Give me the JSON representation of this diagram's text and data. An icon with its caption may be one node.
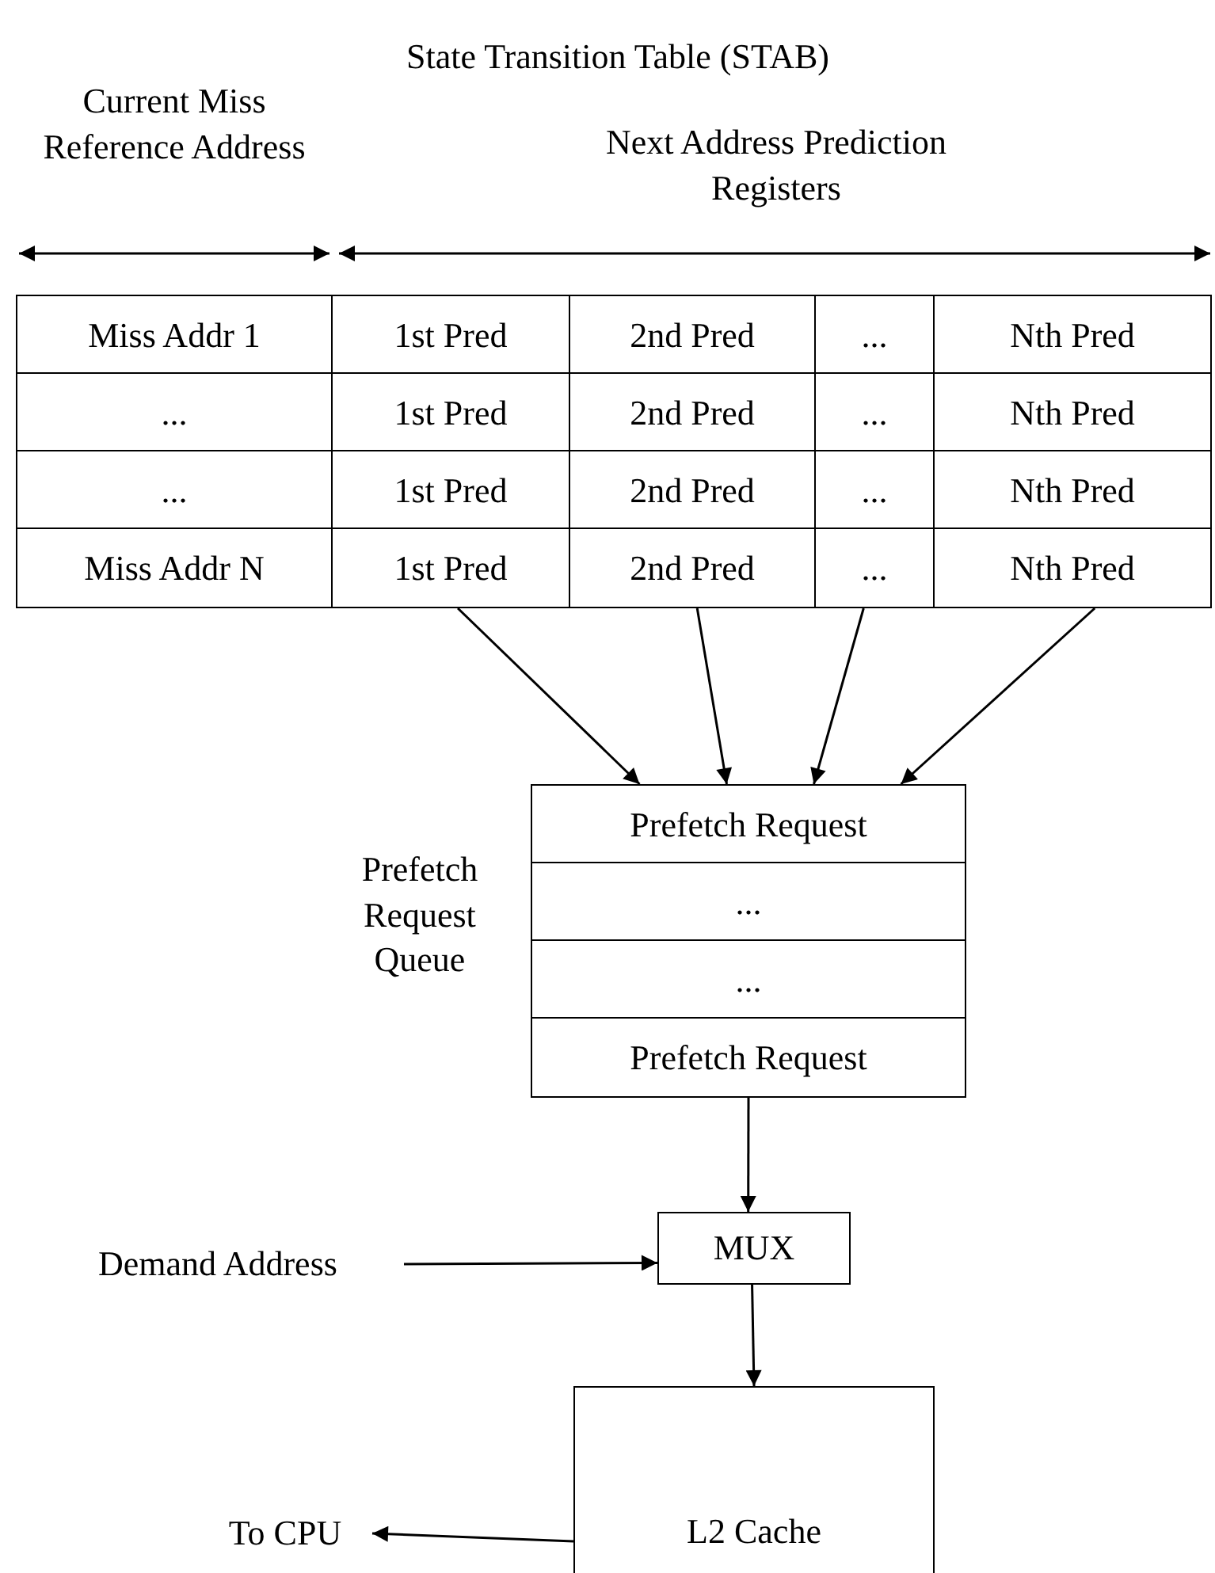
{
  "diagram": {
    "title": "State Transition Table (STAB)",
    "nodes": [
      {
        "text": [
          "Miss Addr 1"
        ]
      },
      {
        "text": [
          "1st Pred"
        ]
      },
      {
        "text": [
          "2nd Pred"
        ]
      },
      {
        "text": [
          "..."
        ]
      },
      {
        "text": [
          "Nth Pred"
        ]
      },
      {
        "text": [
          "..."
        ]
      },
      {
        "text": [
          "1st Pred"
        ]
      },
      {
        "text": [
          "2nd Pred"
        ]
      },
      {
        "text": [
          "..."
        ]
      },
      {
        "text": [
          "Nth Pred"
        ]
      },
      {
        "text": [
          "..."
        ]
      },
      {
        "text": [
          "1st Pred"
        ]
      },
      {
        "text": [
          "2nd Pred"
        ]
      },
      {
        "text": [
          "..."
        ]
      },
      {
        "text": [
          "Nth Pred"
        ]
      },
      {
        "text": [
          "Miss Addr N"
        ]
      },
      {
        "text": [
          "1st Pred"
        ]
      },
      {
        "text": [
          "2nd Pred"
        ]
      },
      {
        "text": [
          "..."
        ]
      },
      {
        "text": [
          "Nth Pred"
        ]
      },
      {
        "text": [
          "Prefetch Request"
        ]
      },
      {
        "text": [
          "..."
        ]
      },
      {
        "text": [
          "..."
        ]
      },
      {
        "text": [
          "Prefetch Request"
        ]
      },
      {
        "text": [
          "Demand Address"
        ]
      },
      {
        "text": [
          "MUX"
        ]
      },
      {
        "text": [
          "L2 Cache"
        ]
      },
      {
        "text": [
          "To CPU"
        ]
      }
    ],
    "edges": [
      {
        "from": 16,
        "to": 20,
        "arrow": "to"
      },
      {
        "from": 17,
        "to": 20,
        "arrow": "to"
      },
      {
        "from": 18,
        "to": 20,
        "arrow": "to"
      },
      {
        "from": 19,
        "to": 20,
        "arrow": "to"
      },
      {
        "from": 23,
        "to": 25,
        "arrow": "to"
      },
      {
        "from": 24,
        "to": 25,
        "arrow": "to"
      },
      {
        "from": 25,
        "to": 26,
        "arrow": "to"
      },
      {
        "from": 26,
        "to": 27,
        "arrow": "to"
      }
    ],
    "labels": [
      "Current Miss Reference Address",
      "Next Address Prediction Registers",
      "Prefetch Request Queue"
    ]
  }
}
